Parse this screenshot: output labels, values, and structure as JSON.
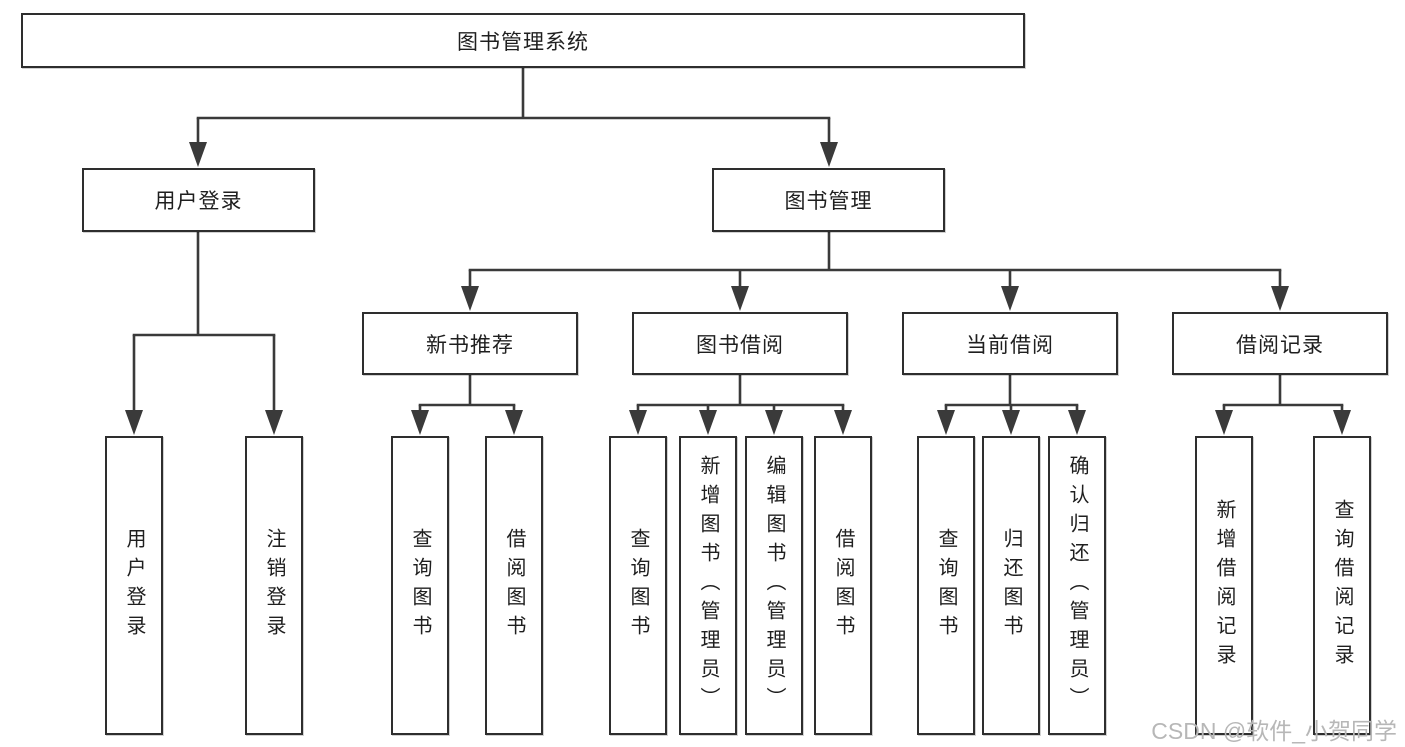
{
  "diagram": {
    "title_node": "图书管理系统",
    "root": {
      "label": "图书管理系统"
    },
    "branches": [
      {
        "label": "用户登录",
        "children": [
          {
            "label": "用户登录"
          },
          {
            "label": "注销登录"
          }
        ]
      },
      {
        "label": "图书管理",
        "children": [
          {
            "label": "新书推荐",
            "children": [
              {
                "label": "查询图书"
              },
              {
                "label": "借阅图书"
              }
            ]
          },
          {
            "label": "图书借阅",
            "children": [
              {
                "label": "查询图书"
              },
              {
                "label": "新增图书（管理员）"
              },
              {
                "label": "编辑图书（管理员）"
              },
              {
                "label": "借阅图书"
              }
            ]
          },
          {
            "label": "当前借阅",
            "children": [
              {
                "label": "查询图书"
              },
              {
                "label": "归还图书"
              },
              {
                "label": "确认归还（管理员）"
              }
            ]
          },
          {
            "label": "借阅记录",
            "children": [
              {
                "label": "新增借阅记录"
              },
              {
                "label": "查询借阅记录"
              }
            ]
          }
        ]
      }
    ],
    "colors": {
      "line": "#3a3a3a",
      "box_border": "#2e2e2e",
      "text": "#1f1f1f",
      "watermark": "#b7b7b7",
      "background": "#ffffff"
    }
  },
  "watermark": {
    "text": "CSDN @软件_小贺同学"
  }
}
